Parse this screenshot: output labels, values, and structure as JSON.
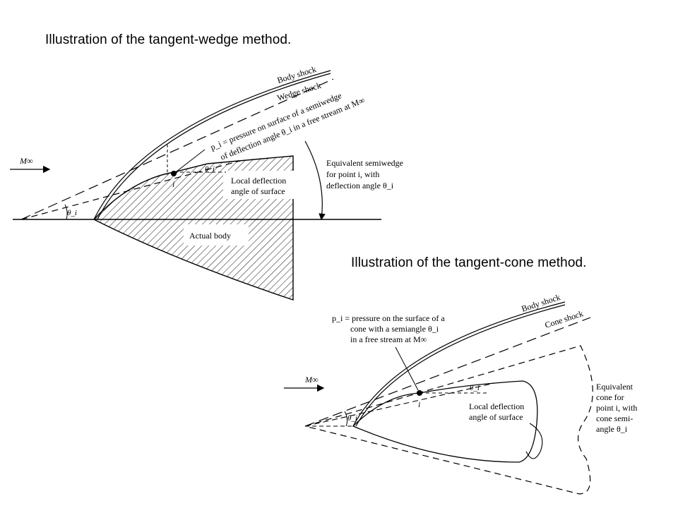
{
  "captions": {
    "wedge": "Illustration of the tangent-wedge method.",
    "cone": "Illustration of the tangent-cone method."
  },
  "wedge_figure": {
    "body_shock": "Body shock",
    "wedge_shock": "Wedge shock",
    "pressure_line1": "p_i = pressure on surface of a semiwedge",
    "pressure_line2": "of deflection angle θ_i in a free stream at M∞",
    "freestream": "M∞",
    "point": "i",
    "theta_local": "θ_i",
    "theta_vertex": "θ_i",
    "local_line1": "Local deflection",
    "local_line2": "angle of surface",
    "equiv_line1": "Equivalent semiwedge",
    "equiv_line2": "for point i, with",
    "equiv_line3": "deflection angle θ_i",
    "actual_body": "Actual body"
  },
  "cone_figure": {
    "body_shock": "Body shock",
    "cone_shock": "Cone shock",
    "pressure_line1": "p_i = pressure on the surface of a",
    "pressure_line2": "cone with a semiangle θ_i",
    "pressure_line3": "in a free stream at M∞",
    "freestream": "M∞",
    "point": "i",
    "theta_local": "θ_i",
    "theta_vertex": "θ_i",
    "local_line1": "Local deflection",
    "local_line2": "angle of surface",
    "equiv_line1": "Equivalent",
    "equiv_line2": "cone for",
    "equiv_line3": "point i, with",
    "equiv_line4": "cone semi-",
    "equiv_line5": "angle θ_i"
  }
}
